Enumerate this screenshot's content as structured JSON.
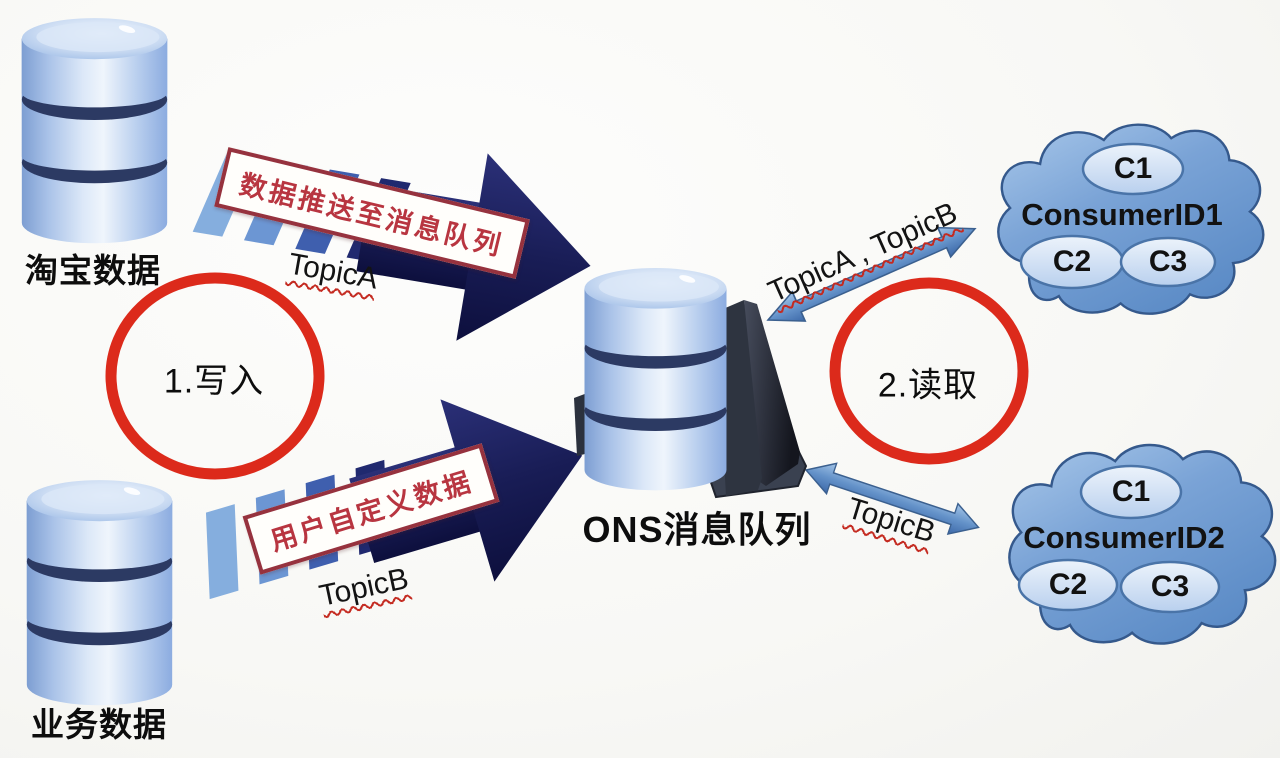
{
  "diagram": {
    "sources": [
      {
        "label": "淘宝数据"
      },
      {
        "label": "业务数据"
      }
    ],
    "queue": {
      "label": "ONS消息队列"
    },
    "steps": {
      "write": {
        "label": "1.写入"
      },
      "read": {
        "label": "2.读取"
      }
    },
    "push_flows": [
      {
        "banner": "数据推送至消息队列",
        "topic": "TopicA"
      },
      {
        "banner": "用户自定义数据",
        "topic": "TopicB"
      }
    ],
    "read_flows": [
      {
        "topics": "TopicA , TopicB"
      },
      {
        "topics": "TopicB"
      }
    ],
    "consumers": [
      {
        "name": "ConsumerID1",
        "instances": [
          "C1",
          "C2",
          "C3"
        ]
      },
      {
        "name": "ConsumerID2",
        "instances": [
          "C1",
          "C2",
          "C3"
        ]
      }
    ],
    "colors": {
      "arrow_navy": "#1b1e55",
      "accent_red": "#dc2a1b",
      "banner_red": "#b83540",
      "cloud_blue": "#76a1d4",
      "cylinder_blue": "#c6d8f2",
      "duplex_arrow_blue": "#5c8cc6",
      "monitor_dark": "#2e3440"
    }
  }
}
